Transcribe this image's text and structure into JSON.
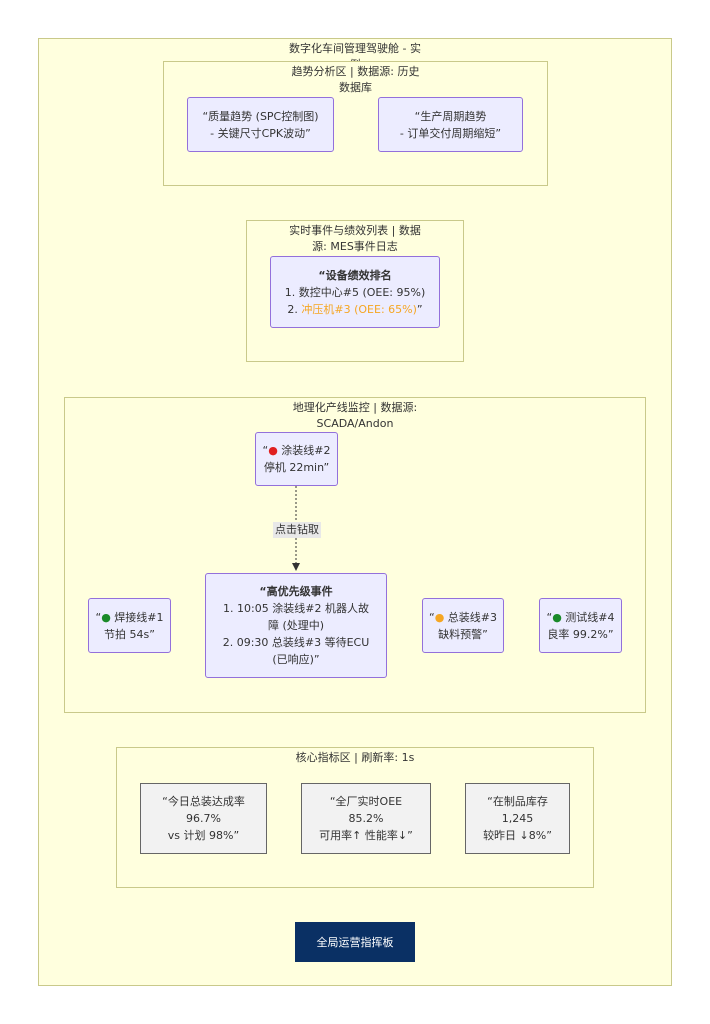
{
  "outer": {
    "title_line1": "数字化车间管理驾驶舱 - 实",
    "title_line2": "例"
  },
  "trend": {
    "title_line1": "趋势分析区 | 数据源: 历史",
    "title_line2": "数据库",
    "quality": {
      "line1": "“质量趋势 (SPC控制图)",
      "line2": "- 关键尺寸CPK波动”"
    },
    "cycle": {
      "line1": "“生产周期趋势",
      "line2": "- 订单交付周期缩短”"
    }
  },
  "events": {
    "title_line1": "实时事件与绩效列表 | 数据",
    "title_line2": "源: MES事件日志",
    "ranking": {
      "heading": "“设备绩效排名",
      "item1": "1. 数控中心#5 (OEE: 95%)",
      "item2_prefix": "2. ",
      "item2_highlight": "冲压机#3 (OEE: 65%)",
      "item2_suffix": "”"
    }
  },
  "geo": {
    "title_line1": "地理化产线监控 | 数据源:",
    "title_line2": "SCADA/Andon",
    "paint_line": {
      "open": "“",
      "dot": "●",
      "line1": " 涂装线#2",
      "line2": "停机 22min”"
    },
    "edge_label": "点击钻取",
    "priority": {
      "heading": "“高优先级事件",
      "line1": "1. 10:05 涂装线#2 机器人故",
      "line2": "障 (处理中)",
      "line3": "2. 09:30 总装线#3 等待ECU",
      "line4": "(已响应)”"
    },
    "weld_line": {
      "open": "“",
      "dot": "●",
      "line1": " 焊接线#1",
      "line2": "节拍 54s”"
    },
    "assembly_line": {
      "open": "“",
      "dot": "●",
      "line1": " 总装线#3",
      "line2": "缺料预警”"
    },
    "test_line": {
      "open": "“",
      "dot": "●",
      "line1": " 测试线#4",
      "line2": "良率 99.2%”"
    }
  },
  "kpi": {
    "title": "核心指标区 | 刷新率: 1s",
    "assembly_rate": {
      "line1": "“今日总装达成率",
      "line2": "96.7%",
      "line3": "vs 计划 98%”"
    },
    "oee": {
      "line1": "“全厂实时OEE",
      "line2": "85.2%",
      "line3": "可用率↑ 性能率↓”"
    },
    "wip": {
      "line1": "“在制品库存",
      "line2": "1,245",
      "line3": "较昨日 ↓8%”"
    }
  },
  "dashboard_button": "全局运营指挥板",
  "colors": {
    "cluster_fill": "#ffffde",
    "node_fill": "#ececff",
    "node_border": "#9370db",
    "kpi_fill": "#f2f2f2",
    "button_fill": "#0a3064",
    "warning": "#f5a623",
    "alarm": "#e02020",
    "ok": "#1a8a2a"
  }
}
